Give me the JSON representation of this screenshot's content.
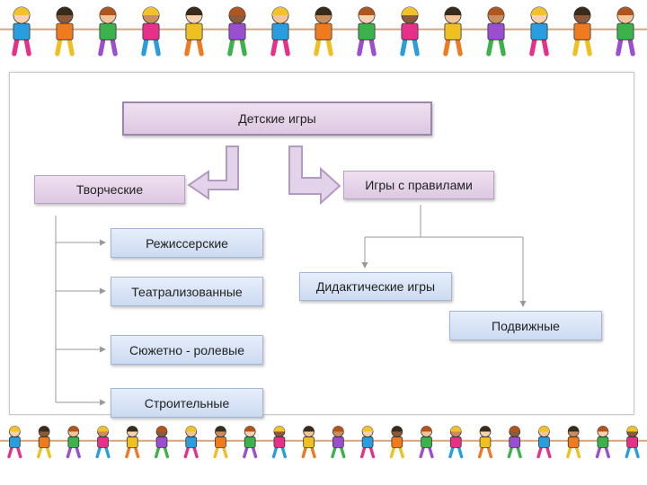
{
  "diagram": {
    "root": "Детские игры",
    "creative": {
      "label": "Творческие",
      "children": [
        "Режиссерские",
        "Театрализованные",
        "Сюжетно - ролевые",
        "Строительные"
      ]
    },
    "rules": {
      "label": "Игры с правилами",
      "children": [
        "Дидактические игры",
        "Подвижные"
      ]
    }
  },
  "colors": {
    "box_pink": "#e6d4ea",
    "box_blue": "#d9e4f6",
    "arrow_fill": "#e3d3ea",
    "arrow_stroke": "#b39ac1",
    "connector": "#999999"
  }
}
